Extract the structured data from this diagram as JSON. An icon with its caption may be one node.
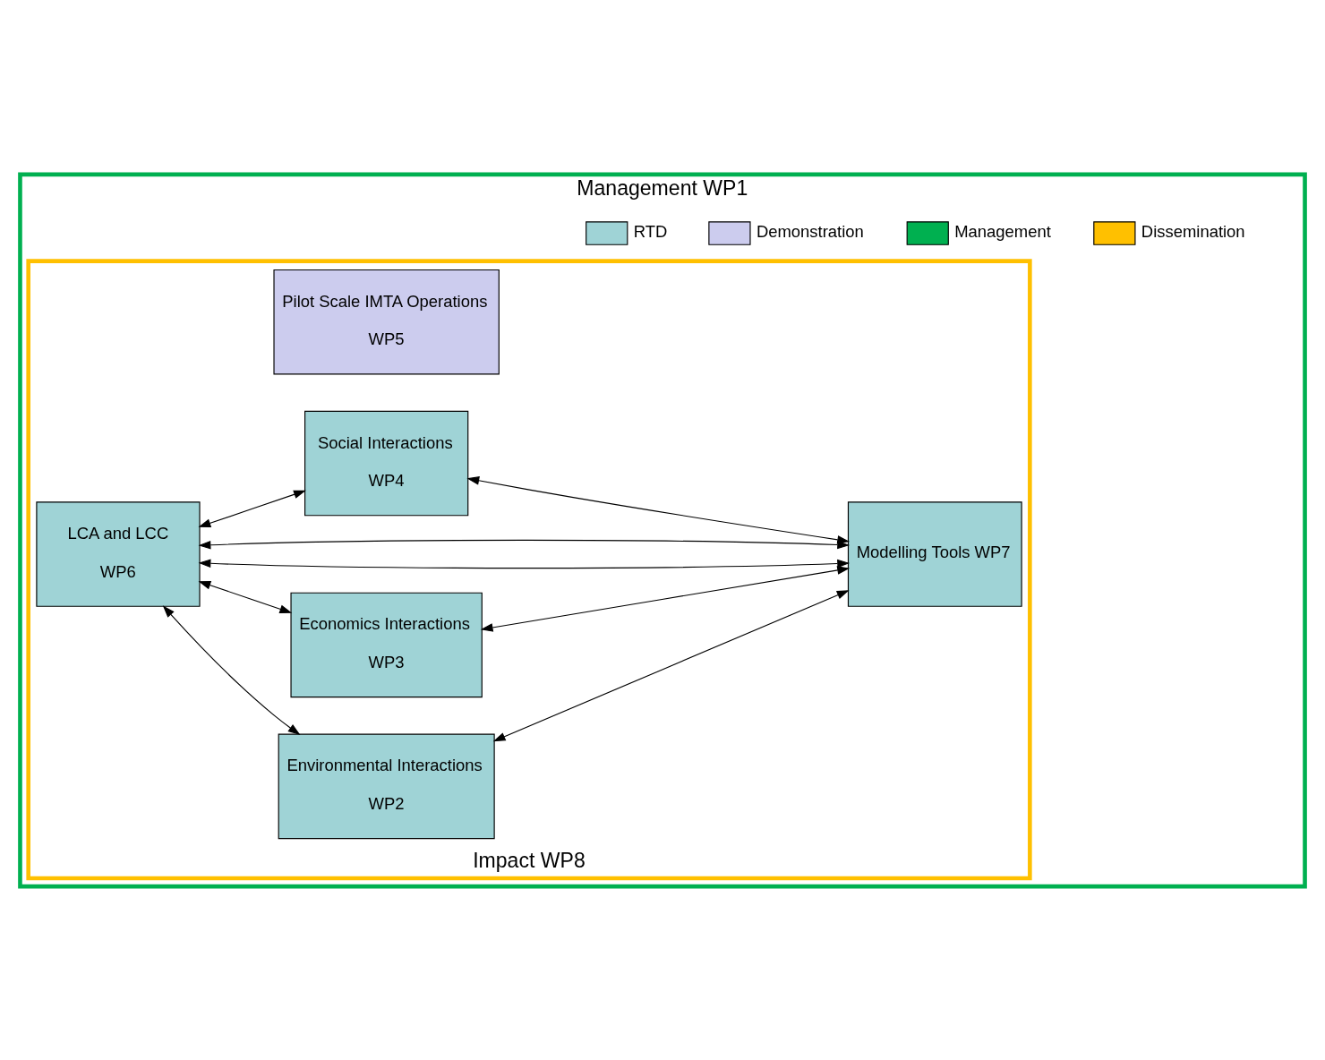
{
  "diagram": {
    "nodes": [
      {
        "text": [
          "Management WP1"
        ]
      },
      {
        "text": [
          "Impact WP8"
        ],
        "in": 0
      },
      {
        "text": [
          "LCA and LCC",
          "WP6"
        ],
        "in": 1
      },
      {
        "text": [
          "Environmental Interactions",
          "WP2"
        ],
        "in": 1
      },
      {
        "text": [
          "Economics Interactions",
          "WP3"
        ],
        "in": 1
      },
      {
        "text": [
          "Social Interactions",
          "WP4"
        ],
        "in": 1
      },
      {
        "text": [
          "Pilot Scale IMTA Operations",
          "WP5"
        ],
        "in": 1
      },
      {
        "text": [
          "Modelling Tools WP7"
        ],
        "in": 1
      }
    ],
    "edges": [
      {
        "from": 2,
        "to": 7,
        "arrow": "both"
      },
      {
        "from": 2,
        "to": 3,
        "arrow": "both"
      },
      {
        "from": 3,
        "to": 7,
        "arrow": "both"
      },
      {
        "from": 2,
        "to": 4,
        "arrow": "both"
      },
      {
        "from": 4,
        "to": 7,
        "arrow": "both"
      },
      {
        "from": 2,
        "to": 5,
        "arrow": "both"
      },
      {
        "from": 5,
        "to": 7,
        "arrow": "both"
      },
      {
        "from": 2,
        "to": 7,
        "arrow": "both"
      }
    ],
    "legend": [
      {
        "text": "RTD",
        "color": "#9fd3d6"
      },
      {
        "text": "Demonstration",
        "color": "#ccccee"
      },
      {
        "text": "Management",
        "color": "#00b050"
      },
      {
        "text": "Dissemination",
        "color": "#ffc000"
      }
    ]
  }
}
